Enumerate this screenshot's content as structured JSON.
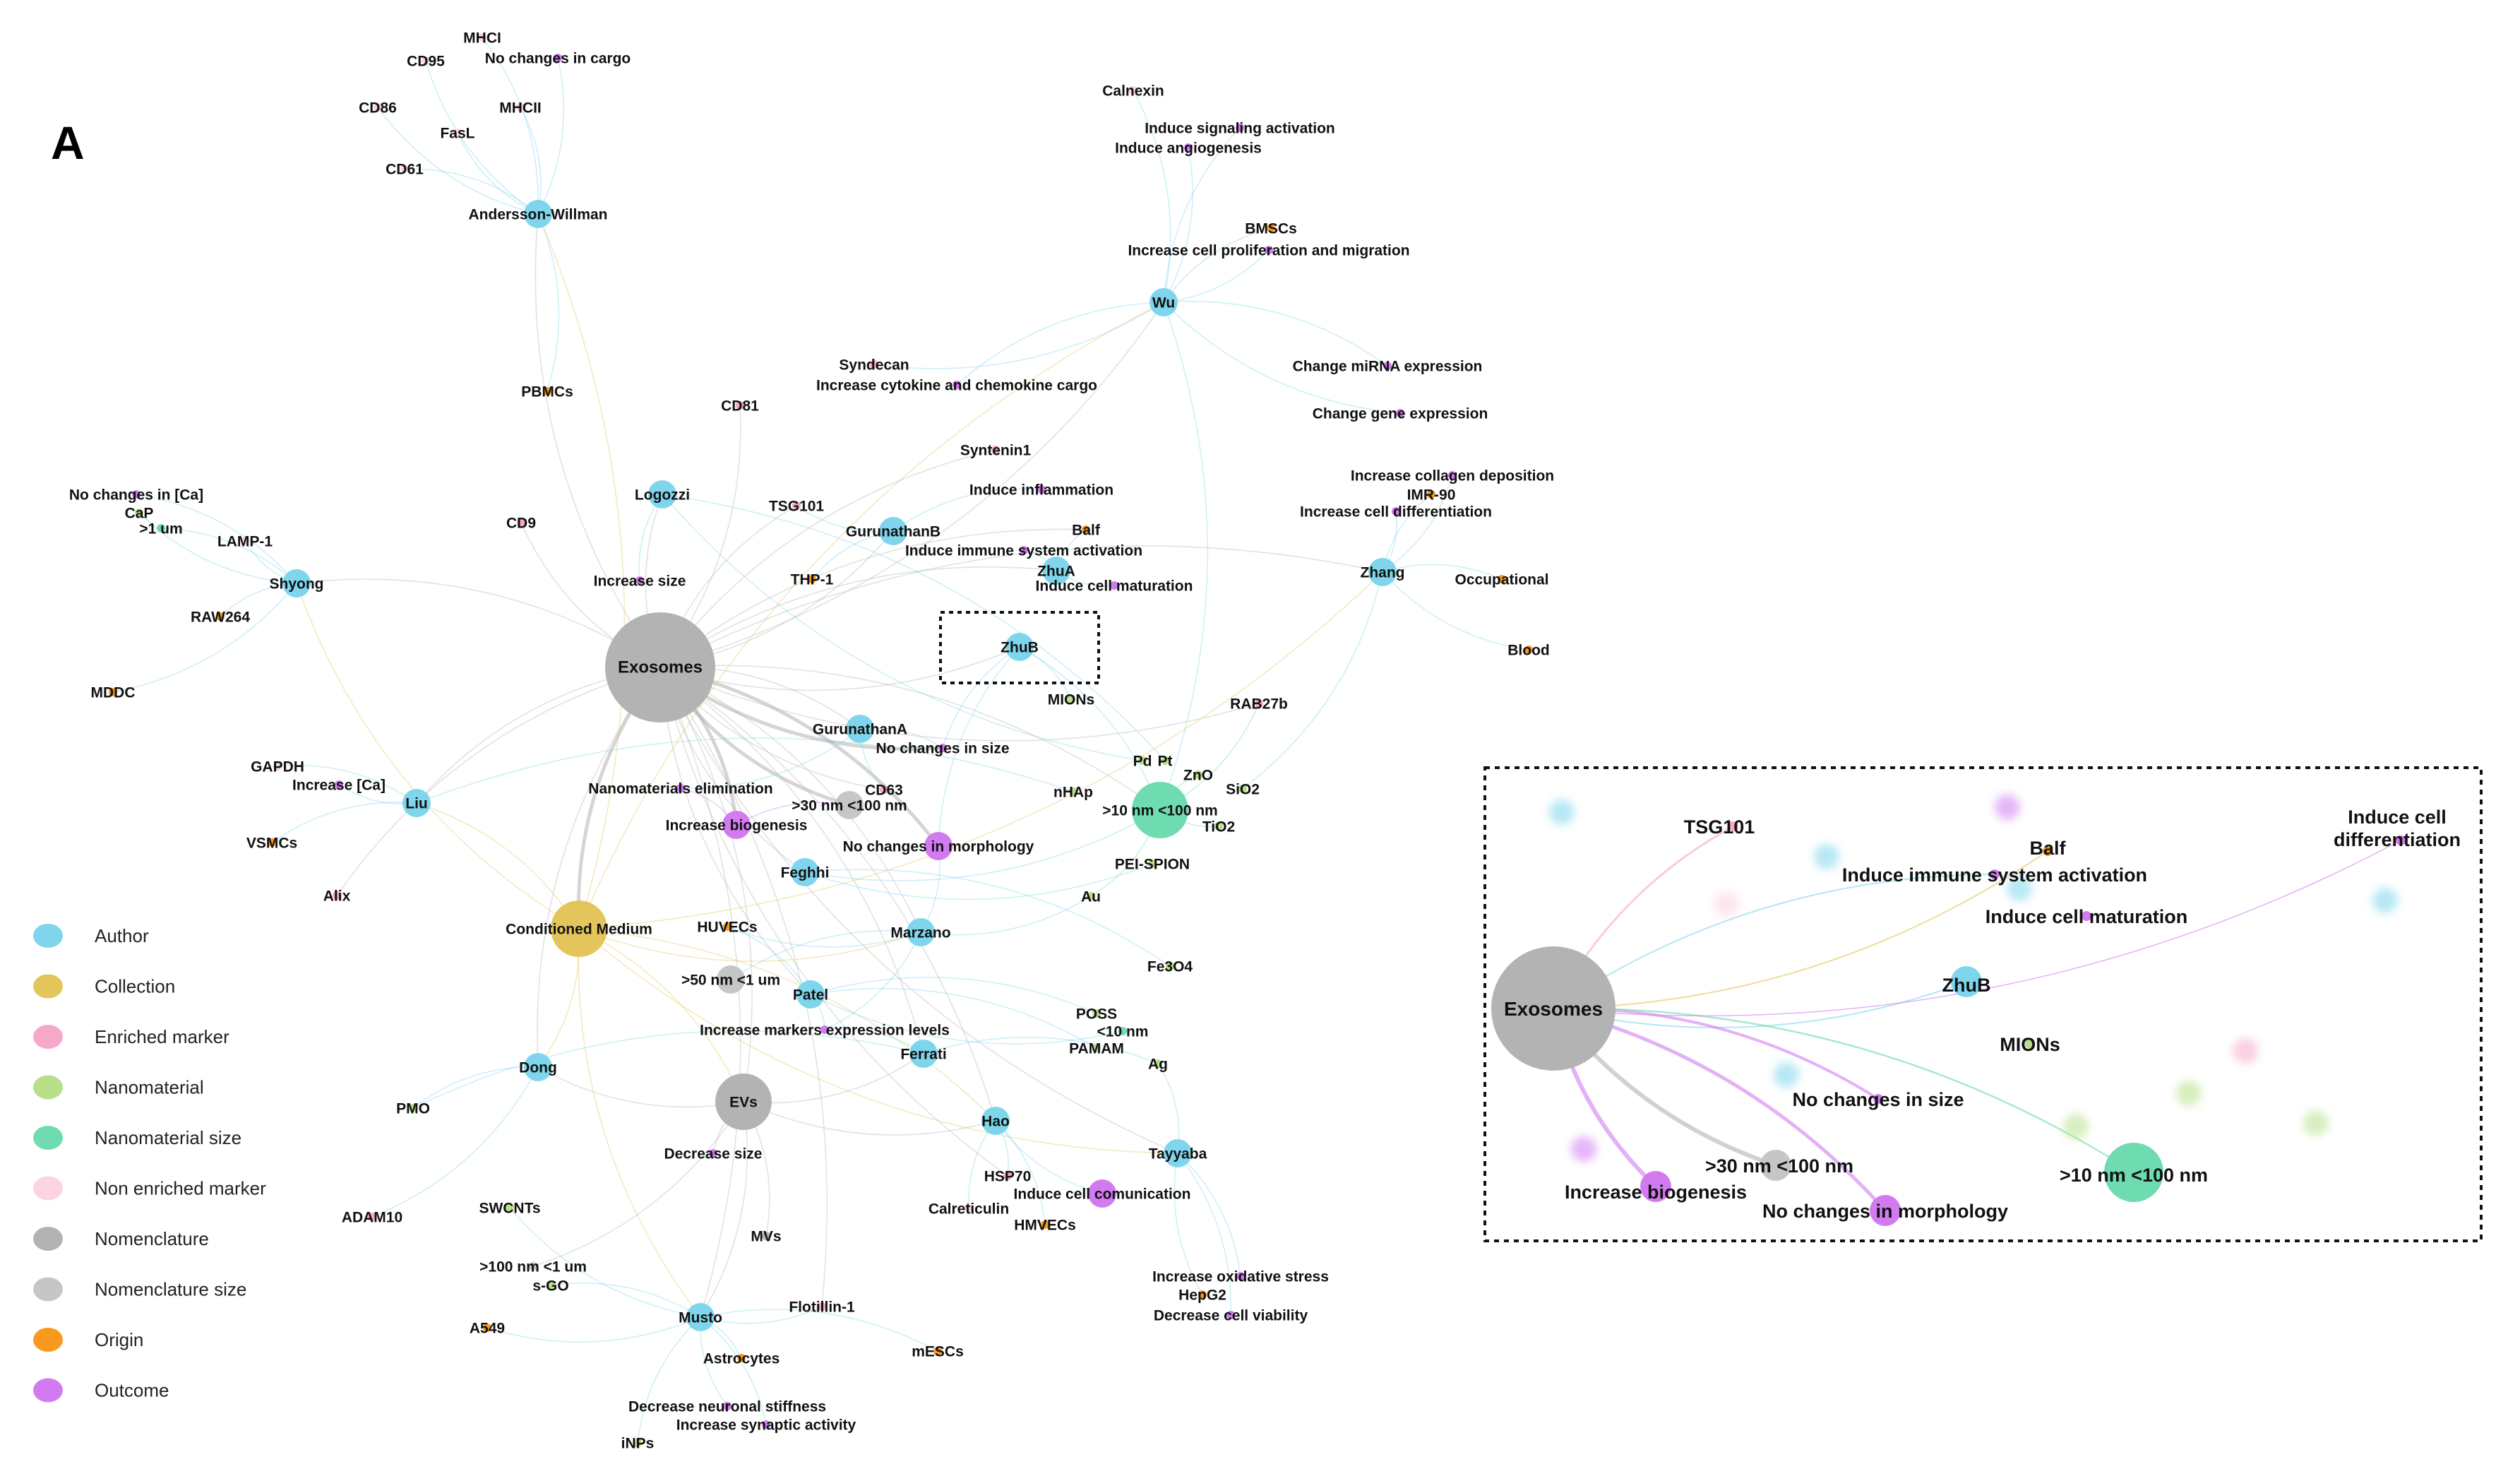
{
  "panel_letter": "A",
  "colors": {
    "Author": "#7fd6ec",
    "Collection": "#e3c55b",
    "Enriched marker": "#f7a8c8",
    "Nanomaterial": "#b8e08a",
    "Nanomaterial size": "#6edcb0",
    "Non enriched marker": "#fbd3e2",
    "Nomenclature": "#b3b3b3",
    "Nomenclature size": "#c6c6c6",
    "Origin": "#f79a1e",
    "Outcome": "#d27bf0"
  },
  "legend": [
    "Author",
    "Collection",
    "Enriched marker",
    "Nanomaterial",
    "Nanomaterial size",
    "Non enriched marker",
    "Nomenclature",
    "Nomenclature size",
    "Origin",
    "Outcome"
  ],
  "nodes": [
    {
      "id": "exosomes",
      "label": "Exosomes",
      "cat": "Nomenclature",
      "size": 3
    },
    {
      "id": "cm",
      "label": "Conditioned Medium",
      "cat": "Collection",
      "size": 2
    },
    {
      "id": "evs",
      "label": "EVs",
      "cat": "Nomenclature",
      "size": 2
    },
    {
      "id": "mvs",
      "label": "MVs",
      "cat": "Nomenclature",
      "size": 0
    },
    {
      "id": "andersson",
      "label": "Andersson-Willman",
      "cat": "Author",
      "size": 1
    },
    {
      "id": "wu",
      "label": "Wu",
      "cat": "Author",
      "size": 1
    },
    {
      "id": "zhang",
      "label": "Zhang",
      "cat": "Author",
      "size": 1
    },
    {
      "id": "shyong",
      "label": "Shyong",
      "cat": "Author",
      "size": 1
    },
    {
      "id": "logozzi",
      "label": "Logozzi",
      "cat": "Author",
      "size": 1
    },
    {
      "id": "gurunathanb",
      "label": "GurunathanB",
      "cat": "Author",
      "size": 1
    },
    {
      "id": "zhua",
      "label": "ZhuA",
      "cat": "Author",
      "size": 1
    },
    {
      "id": "zhub",
      "label": "ZhuB",
      "cat": "Author",
      "size": 1
    },
    {
      "id": "gurunathana",
      "label": "GurunathanA",
      "cat": "Author",
      "size": 1
    },
    {
      "id": "liu",
      "label": "Liu",
      "cat": "Author",
      "size": 1
    },
    {
      "id": "marzano",
      "label": "Marzano",
      "cat": "Author",
      "size": 1
    },
    {
      "id": "patel",
      "label": "Patel",
      "cat": "Author",
      "size": 1
    },
    {
      "id": "ferrati",
      "label": "Ferrati",
      "cat": "Author",
      "size": 1
    },
    {
      "id": "dong",
      "label": "Dong",
      "cat": "Author",
      "size": 1
    },
    {
      "id": "hao",
      "label": "Hao",
      "cat": "Author",
      "size": 1
    },
    {
      "id": "tayyaba",
      "label": "Tayyaba",
      "cat": "Author",
      "size": 1
    },
    {
      "id": "musto",
      "label": "Musto",
      "cat": "Author",
      "size": 1
    },
    {
      "id": "feghhi",
      "label": "Feghhi",
      "cat": "Author",
      "size": 1
    },
    {
      "id": "mhci",
      "label": "MHCI",
      "cat": "Non enriched marker",
      "size": 0
    },
    {
      "id": "cd95",
      "label": "CD95",
      "cat": "Non enriched marker",
      "size": 0
    },
    {
      "id": "nocargo",
      "label": "No changes in cargo",
      "cat": "Outcome",
      "size": 0
    },
    {
      "id": "cd86",
      "label": "CD86",
      "cat": "Non enriched marker",
      "size": 0
    },
    {
      "id": "mhcii",
      "label": "MHCII",
      "cat": "Non enriched marker",
      "size": 0
    },
    {
      "id": "fasl",
      "label": "FasL",
      "cat": "Non enriched marker",
      "size": 0
    },
    {
      "id": "cd61",
      "label": "CD61",
      "cat": "Non enriched marker",
      "size": 0
    },
    {
      "id": "calnexin",
      "label": "Calnexin",
      "cat": "Non enriched marker",
      "size": 0
    },
    {
      "id": "isig",
      "label": "Induce signaling activation",
      "cat": "Outcome",
      "size": 0
    },
    {
      "id": "iang",
      "label": "Induce angiogenesis",
      "cat": "Outcome",
      "size": 0
    },
    {
      "id": "bmscs",
      "label": "BMSCs",
      "cat": "Origin",
      "size": 0
    },
    {
      "id": "icpm",
      "label": "Increase cell proliferation and migration",
      "cat": "Outcome",
      "size": 0
    },
    {
      "id": "syndecan",
      "label": "Syndecan",
      "cat": "Enriched marker",
      "size": 0
    },
    {
      "id": "icytok",
      "label": "Increase cytokine and chemokine cargo",
      "cat": "Outcome",
      "size": 0
    },
    {
      "id": "mirna",
      "label": "Change miRNA expression",
      "cat": "Outcome",
      "size": 0
    },
    {
      "id": "gene",
      "label": "Change gene expression",
      "cat": "Outcome",
      "size": 0
    },
    {
      "id": "pbmcs",
      "label": "PBMCs",
      "cat": "Origin",
      "size": 0
    },
    {
      "id": "cd81",
      "label": "CD81",
      "cat": "Enriched marker",
      "size": 0
    },
    {
      "id": "syntenin",
      "label": "Syntenin1",
      "cat": "Enriched marker",
      "size": 0
    },
    {
      "id": "iinfl",
      "label": "Induce inflammation",
      "cat": "Outcome",
      "size": 0
    },
    {
      "id": "icoll",
      "label": "Increase collagen deposition",
      "cat": "Outcome",
      "size": 0
    },
    {
      "id": "imr90",
      "label": "IMR-90",
      "cat": "Origin",
      "size": 0
    },
    {
      "id": "icdiff",
      "label": "Increase cell differentiation",
      "cat": "Outcome",
      "size": 0
    },
    {
      "id": "nocaa",
      "label": "No changes in [Ca]",
      "cat": "Outcome",
      "size": 0
    },
    {
      "id": "cap",
      "label": "CaP",
      "cat": "Nanomaterial",
      "size": 0
    },
    {
      "id": "gt1um",
      "label": ">1 um",
      "cat": "Nanomaterial size",
      "size": 0
    },
    {
      "id": "lamp1",
      "label": "LAMP-1",
      "cat": "Non enriched marker",
      "size": 0
    },
    {
      "id": "cd9",
      "label": "CD9",
      "cat": "Enriched marker",
      "size": 0
    },
    {
      "id": "tsg101",
      "label": "TSG101",
      "cat": "Enriched marker",
      "size": 0
    },
    {
      "id": "balf",
      "label": "Balf",
      "cat": "Origin",
      "size": 0
    },
    {
      "id": "iisa",
      "label": "Induce immune system activation",
      "cat": "Outcome",
      "size": 0
    },
    {
      "id": "occup",
      "label": "Occupational",
      "cat": "Origin",
      "size": 0
    },
    {
      "id": "icm",
      "label": "Induce cell maturation",
      "cat": "Outcome",
      "size": 0
    },
    {
      "id": "incsize",
      "label": "Increase size",
      "cat": "Outcome",
      "size": 0
    },
    {
      "id": "thp1",
      "label": "THP-1",
      "cat": "Origin",
      "size": 0
    },
    {
      "id": "raw264",
      "label": "RAW264",
      "cat": "Origin",
      "size": 0
    },
    {
      "id": "blood",
      "label": "Blood",
      "cat": "Origin",
      "size": 0
    },
    {
      "id": "mdcc",
      "label": "MDDC",
      "cat": "Origin",
      "size": 0
    },
    {
      "id": "mions",
      "label": "MIONs",
      "cat": "Nanomaterial",
      "size": 0
    },
    {
      "id": "rab27b",
      "label": "RAB27b",
      "cat": "Enriched marker",
      "size": 0
    },
    {
      "id": "nosize",
      "label": "No changes in size",
      "cat": "Outcome",
      "size": 0
    },
    {
      "id": "pd",
      "label": "Pd",
      "cat": "Nanomaterial",
      "size": 0
    },
    {
      "id": "pt",
      "label": "Pt",
      "cat": "Nanomaterial",
      "size": 0
    },
    {
      "id": "zno",
      "label": "ZnO",
      "cat": "Nanomaterial",
      "size": 0
    },
    {
      "id": "gapdh",
      "label": "GAPDH",
      "cat": "Non enriched marker",
      "size": 0
    },
    {
      "id": "incca",
      "label": "Increase [Ca]",
      "cat": "Outcome",
      "size": 0
    },
    {
      "id": "nanoelim",
      "label": "Nanomaterials elimination",
      "cat": "Outcome",
      "size": 0
    },
    {
      "id": "cd63",
      "label": "CD63",
      "cat": "Enriched marker",
      "size": 0
    },
    {
      "id": "nhap",
      "label": "nHAp",
      "cat": "Nanomaterial",
      "size": 0
    },
    {
      "id": "sio2",
      "label": "SiO2",
      "cat": "Nanomaterial",
      "size": 0
    },
    {
      "id": "s30100",
      "label": ">30 nm <100 nm",
      "cat": "Nomenclature size",
      "size": 1
    },
    {
      "id": "s10100",
      "label": ">10 nm <100 nm",
      "cat": "Nanomaterial size",
      "size": 2
    },
    {
      "id": "incbio",
      "label": "Increase biogenesis",
      "cat": "Outcome",
      "size": 1
    },
    {
      "id": "tio2",
      "label": "TiO2",
      "cat": "Nanomaterial",
      "size": 0
    },
    {
      "id": "vsmcs",
      "label": "VSMCs",
      "cat": "Origin",
      "size": 0
    },
    {
      "id": "nomorph",
      "label": "No changes in morphology",
      "cat": "Outcome",
      "size": 1
    },
    {
      "id": "pei",
      "label": "PEI-SPION",
      "cat": "Nanomaterial",
      "size": 0
    },
    {
      "id": "alix",
      "label": "Alix",
      "cat": "Enriched marker",
      "size": 0
    },
    {
      "id": "au",
      "label": "Au",
      "cat": "Nanomaterial",
      "size": 0
    },
    {
      "id": "huvecs",
      "label": "HUVECs",
      "cat": "Origin",
      "size": 0
    },
    {
      "id": "s50",
      "label": ">50 nm <1 um",
      "cat": "Nomenclature size",
      "size": 1
    },
    {
      "id": "fe3o4",
      "label": "Fe3O4",
      "cat": "Nanomaterial",
      "size": 0
    },
    {
      "id": "poss",
      "label": "POSS",
      "cat": "Nanomaterial",
      "size": 0
    },
    {
      "id": "imel",
      "label": "Increase markers expression levels",
      "cat": "Outcome",
      "size": 0
    },
    {
      "id": "lt10",
      "label": "<10 nm",
      "cat": "Nanomaterial size",
      "size": 0
    },
    {
      "id": "pamam",
      "label": "PAMAM",
      "cat": "Nanomaterial",
      "size": 0
    },
    {
      "id": "ag",
      "label": "Ag",
      "cat": "Nanomaterial",
      "size": 0
    },
    {
      "id": "pmo",
      "label": "PMO",
      "cat": "Nanomaterial",
      "size": 0
    },
    {
      "id": "decsize",
      "label": "Decrease size",
      "cat": "Outcome",
      "size": 0
    },
    {
      "id": "hsp70",
      "label": "HSP70",
      "cat": "Enriched marker",
      "size": 0
    },
    {
      "id": "icc",
      "label": "Induce cell comunication",
      "cat": "Outcome",
      "size": 1
    },
    {
      "id": "adam10",
      "label": "ADAM10",
      "cat": "Enriched marker",
      "size": 0
    },
    {
      "id": "swcnts",
      "label": "SWCNTs",
      "cat": "Nanomaterial",
      "size": 0
    },
    {
      "id": "calret",
      "label": "Calreticulin",
      "cat": "Non enriched marker",
      "size": 0
    },
    {
      "id": "hmvecs",
      "label": "HMVECs",
      "cat": "Origin",
      "size": 0
    },
    {
      "id": "s100",
      "label": ">100 nm <1 um",
      "cat": "Nomenclature size",
      "size": 0
    },
    {
      "id": "sgo",
      "label": "s-GO",
      "cat": "Nanomaterial",
      "size": 0
    },
    {
      "id": "ios",
      "label": "Increase oxidative stress",
      "cat": "Outcome",
      "size": 0
    },
    {
      "id": "hepg2",
      "label": "HepG2",
      "cat": "Origin",
      "size": 0
    },
    {
      "id": "flot",
      "label": "Flotillin-1",
      "cat": "Enriched marker",
      "size": 0
    },
    {
      "id": "a549",
      "label": "A549",
      "cat": "Origin",
      "size": 0
    },
    {
      "id": "dcv",
      "label": "Decrease cell viability",
      "cat": "Outcome",
      "size": 0
    },
    {
      "id": "mescs",
      "label": "mESCs",
      "cat": "Origin",
      "size": 0
    },
    {
      "id": "astro",
      "label": "Astrocytes",
      "cat": "Origin",
      "size": 0
    },
    {
      "id": "dns",
      "label": "Decrease neuronal stiffness",
      "cat": "Outcome",
      "size": 0
    },
    {
      "id": "isa",
      "label": "Increase synaptic activity",
      "cat": "Outcome",
      "size": 0
    },
    {
      "id": "inps",
      "label": "iNPs",
      "cat": "Nanomaterial",
      "size": 0
    }
  ],
  "edges": [
    [
      "exosomes",
      "andersson"
    ],
    [
      "exosomes",
      "wu"
    ],
    [
      "exosomes",
      "zhang"
    ],
    [
      "exosomes",
      "shyong"
    ],
    [
      "exosomes",
      "logozzi"
    ],
    [
      "exosomes",
      "gurunathanb"
    ],
    [
      "exosomes",
      "zhua"
    ],
    [
      "exosomes",
      "zhub"
    ],
    [
      "exosomes",
      "gurunathana"
    ],
    [
      "exosomes",
      "liu"
    ],
    [
      "exosomes",
      "marzano"
    ],
    [
      "exosomes",
      "patel"
    ],
    [
      "exosomes",
      "ferrati"
    ],
    [
      "exosomes",
      "dong"
    ],
    [
      "exosomes",
      "hao"
    ],
    [
      "exosomes",
      "tayyaba"
    ],
    [
      "exosomes",
      "musto"
    ],
    [
      "exosomes",
      "feghhi"
    ],
    [
      "exosomes",
      "cd9"
    ],
    [
      "exosomes",
      "cd81"
    ],
    [
      "exosomes",
      "tsg101"
    ],
    [
      "exosomes",
      "cd63"
    ],
    [
      "exosomes",
      "incbio"
    ],
    [
      "exosomes",
      "s30100"
    ],
    [
      "exosomes",
      "nomorph"
    ],
    [
      "exosomes",
      "nosize"
    ],
    [
      "exosomes",
      "s10100"
    ],
    [
      "exosomes",
      "cm"
    ],
    [
      "exosomes",
      "evs"
    ],
    [
      "exosomes",
      "alix"
    ],
    [
      "exosomes",
      "syntenin"
    ],
    [
      "exosomes",
      "hsp70"
    ],
    [
      "exosomes",
      "flot"
    ],
    [
      "exosomes",
      "rab27b"
    ],
    [
      "exosomes",
      "balf"
    ],
    [
      "cm",
      "andersson"
    ],
    [
      "cm",
      "wu"
    ],
    [
      "cm",
      "zhang"
    ],
    [
      "cm",
      "shyong"
    ],
    [
      "cm",
      "marzano"
    ],
    [
      "cm",
      "dong"
    ],
    [
      "cm",
      "musto"
    ],
    [
      "cm",
      "evs"
    ],
    [
      "cm",
      "liu"
    ],
    [
      "cm",
      "hao"
    ],
    [
      "cm",
      "tayyaba"
    ],
    [
      "evs",
      "dong"
    ],
    [
      "evs",
      "hao"
    ],
    [
      "evs",
      "musto"
    ],
    [
      "evs",
      "decsize"
    ],
    [
      "evs",
      "s100"
    ],
    [
      "evs",
      "ferrati"
    ],
    [
      "evs",
      "mvs"
    ],
    [
      "andersson",
      "mhci"
    ],
    [
      "andersson",
      "cd95"
    ],
    [
      "andersson",
      "nocargo"
    ],
    [
      "andersson",
      "cd86"
    ],
    [
      "andersson",
      "mhcii"
    ],
    [
      "andersson",
      "fasl"
    ],
    [
      "andersson",
      "cd61"
    ],
    [
      "andersson",
      "pbmcs"
    ],
    [
      "wu",
      "calnexin"
    ],
    [
      "wu",
      "isig"
    ],
    [
      "wu",
      "iang"
    ],
    [
      "wu",
      "bmscs"
    ],
    [
      "wu",
      "icpm"
    ],
    [
      "wu",
      "syndecan"
    ],
    [
      "wu",
      "icytok"
    ],
    [
      "wu",
      "mirna"
    ],
    [
      "wu",
      "gene"
    ],
    [
      "wu",
      "s10100"
    ],
    [
      "zhang",
      "icoll"
    ],
    [
      "zhang",
      "imr90"
    ],
    [
      "zhang",
      "icdiff"
    ],
    [
      "zhang",
      "occup"
    ],
    [
      "zhang",
      "blood"
    ],
    [
      "zhang",
      "sio2"
    ],
    [
      "shyong",
      "nocaa"
    ],
    [
      "shyong",
      "cap"
    ],
    [
      "shyong",
      "gt1um"
    ],
    [
      "shyong",
      "lamp1"
    ],
    [
      "shyong",
      "raw264"
    ],
    [
      "shyong",
      "mdcc"
    ],
    [
      "logozzi",
      "pd"
    ],
    [
      "logozzi",
      "pt"
    ],
    [
      "logozzi",
      "incsize"
    ],
    [
      "gurunathanb",
      "iinfl"
    ],
    [
      "gurunathanb",
      "thp1"
    ],
    [
      "gurunathanb",
      "tsg101"
    ],
    [
      "zhua",
      "iisa"
    ],
    [
      "zhua",
      "balf"
    ],
    [
      "zhua",
      "icm"
    ],
    [
      "zhub",
      "mions"
    ],
    [
      "zhub",
      "nosize"
    ],
    [
      "zhub",
      "s10100"
    ],
    [
      "zhub",
      "nomorph"
    ],
    [
      "gurunathana",
      "nosize"
    ],
    [
      "gurunathana",
      "cd63"
    ],
    [
      "gurunathana",
      "nanoelim"
    ],
    [
      "liu",
      "gapdh"
    ],
    [
      "liu",
      "incca"
    ],
    [
      "liu",
      "vsmcs"
    ],
    [
      "liu",
      "nhap"
    ],
    [
      "marzano",
      "nomorph"
    ],
    [
      "marzano",
      "huvecs"
    ],
    [
      "marzano",
      "s50"
    ],
    [
      "marzano",
      "imel"
    ],
    [
      "marzano",
      "au"
    ],
    [
      "patel",
      "imel"
    ],
    [
      "patel",
      "huvecs"
    ],
    [
      "patel",
      "poss"
    ],
    [
      "patel",
      "lt10"
    ],
    [
      "patel",
      "pamam"
    ],
    [
      "ferrati",
      "imel"
    ],
    [
      "ferrati",
      "ag"
    ],
    [
      "ferrati",
      "pmo"
    ],
    [
      "dong",
      "adam10"
    ],
    [
      "dong",
      "pmo"
    ],
    [
      "hao",
      "hsp70"
    ],
    [
      "hao",
      "icc"
    ],
    [
      "hao",
      "hmvecs"
    ],
    [
      "hao",
      "calret"
    ],
    [
      "tayyaba",
      "ios"
    ],
    [
      "tayyaba",
      "hepg2"
    ],
    [
      "tayyaba",
      "dcv"
    ],
    [
      "tayyaba",
      "ag"
    ],
    [
      "musto",
      "swcnts"
    ],
    [
      "musto",
      "sgo"
    ],
    [
      "musto",
      "a549"
    ],
    [
      "musto",
      "flot"
    ],
    [
      "musto",
      "astro"
    ],
    [
      "musto",
      "dns"
    ],
    [
      "musto",
      "isa"
    ],
    [
      "musto",
      "inps"
    ],
    [
      "musto",
      "mescs"
    ],
    [
      "feghhi",
      "pei"
    ],
    [
      "feghhi",
      "fe3o4"
    ],
    [
      "feghhi",
      "s10100"
    ],
    [
      "s10100",
      "zno"
    ],
    [
      "s10100",
      "tio2"
    ],
    [
      "s10100",
      "au"
    ],
    [
      "s10100",
      "rab27b"
    ],
    [
      "incbio",
      "s30100"
    ],
    [
      "incbio",
      "nanoelim"
    ]
  ],
  "inset_nodes": [
    {
      "label": "TSG101",
      "cat": "Enriched marker",
      "size": 0
    },
    {
      "label": "Balf",
      "cat": "Origin",
      "size": 0
    },
    {
      "label": "Induce cell differentiation",
      "cat": "Outcome",
      "size": 0
    },
    {
      "label": "Induce immune system activation",
      "cat": "Outcome",
      "size": 0
    },
    {
      "label": "Induce cell maturation",
      "cat": "Outcome",
      "size": 0
    },
    {
      "label": "Exosomes",
      "cat": "Nomenclature",
      "size": 3
    },
    {
      "label": "ZhuB",
      "cat": "Author",
      "size": 1
    },
    {
      "label": "MIONs",
      "cat": "Nanomaterial",
      "size": 0
    },
    {
      "label": "No changes in size",
      "cat": "Outcome",
      "size": 0
    },
    {
      "label": ">30 nm <100 nm",
      "cat": "Nomenclature size",
      "size": 1
    },
    {
      "label": ">10 nm <100 nm",
      "cat": "Nanomaterial size",
      "size": 2
    },
    {
      "label": "Increase biogenesis",
      "cat": "Outcome",
      "size": 1
    },
    {
      "label": "No changes in morphology",
      "cat": "Outcome",
      "size": 1
    }
  ]
}
